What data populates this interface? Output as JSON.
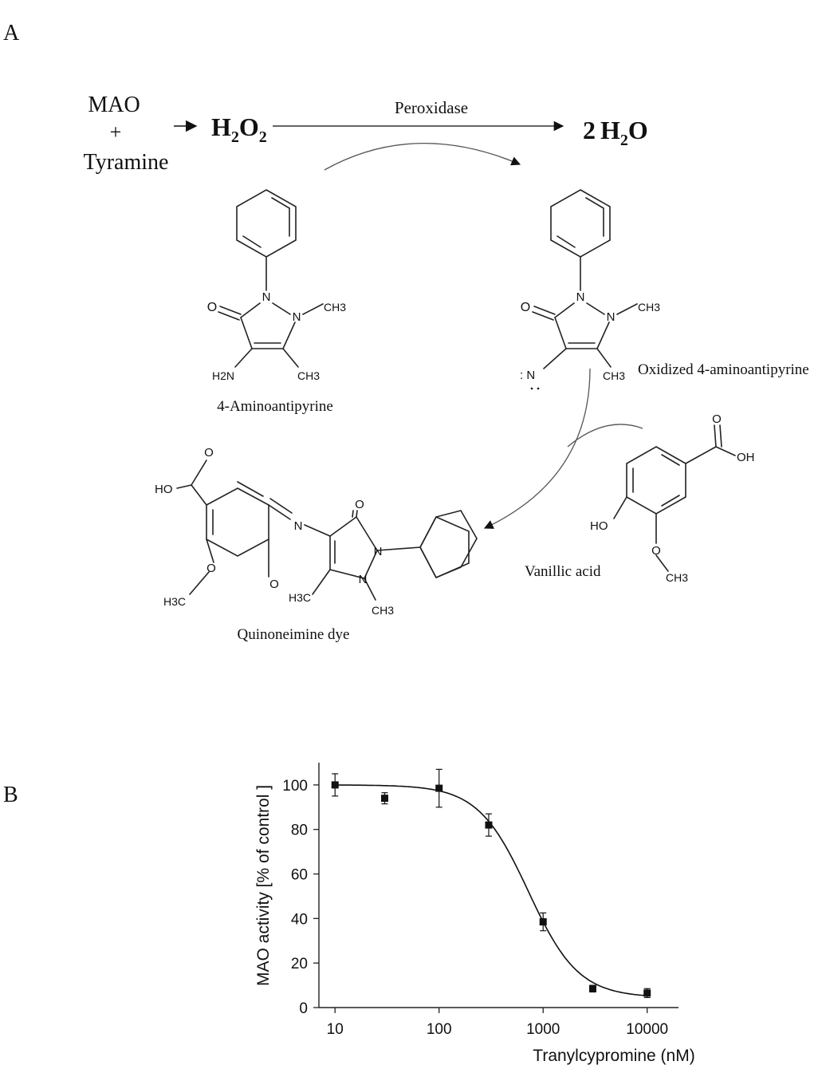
{
  "panels": {
    "a": "A",
    "b": "B"
  },
  "reaction": {
    "mao": "MAO",
    "plus": "+",
    "tyramine": "Tyramine",
    "h2o2": {
      "main": "H",
      "sub1": "2",
      "mid": "O",
      "sub2": "2"
    },
    "enzyme": "Peroxidase",
    "water": {
      "coef": "2",
      "main": "H",
      "sub": "2",
      "tail": "O"
    }
  },
  "structures": {
    "aminoantipyrine": {
      "name": "4-Aminoantipyrine",
      "atoms": {
        "o": "O",
        "n1": "N",
        "n2": "N",
        "ch3_n": "CH3",
        "ch3_c": "CH3",
        "nh2": "H2N"
      }
    },
    "oxidized": {
      "name": "Oxidized 4-aminoantipyrine",
      "atoms": {
        "o": "O",
        "n1": "N",
        "n2": "N",
        "ch3_n": "CH3",
        "ch3_c": "CH3",
        "n_radical": ": N"
      }
    },
    "vanillic": {
      "name": "Vanillic acid",
      "atoms": {
        "o_carbonyl": "O",
        "oh_acid": "OH",
        "ho": "HO",
        "o_ether": "O",
        "ch3": "CH3"
      }
    },
    "dye": {
      "name": "Quinoneimine dye",
      "atoms": {
        "o_top": "O",
        "ho": "HO",
        "n_imine": "N",
        "o_pyr": "O",
        "n1": "N",
        "n2": "N",
        "o_keto": "O",
        "o_meth": "O",
        "h3c_o": "H3C",
        "h3c_c": "H3C",
        "ch3_n": "CH3"
      }
    }
  },
  "chart_data": {
    "type": "scatter",
    "xlabel": "Tranylcypromine (nM)",
    "ylabel": "MAO activity [% of control ]",
    "x_scale": "log",
    "xlim": [
      7,
      20000
    ],
    "ylim": [
      0,
      110
    ],
    "x_ticks": [
      10,
      100,
      1000,
      10000
    ],
    "y_ticks": [
      0,
      20,
      40,
      60,
      80,
      100
    ],
    "grid": false,
    "points": [
      {
        "x": 10,
        "y": 100,
        "err": 5
      },
      {
        "x": 30,
        "y": 94,
        "err": 2.5
      },
      {
        "x": 100,
        "y": 98.5,
        "err": 8.5
      },
      {
        "x": 300,
        "y": 82,
        "err": 5
      },
      {
        "x": 1000,
        "y": 38.5,
        "err": 4
      },
      {
        "x": 3000,
        "y": 8.5,
        "err": 1.5
      },
      {
        "x": 10000,
        "y": 6.5,
        "err": 2
      }
    ],
    "fit": {
      "model": "sigmoid",
      "top": 100,
      "bottom": 4.5,
      "ic50": 720,
      "hill": 1.8
    }
  }
}
